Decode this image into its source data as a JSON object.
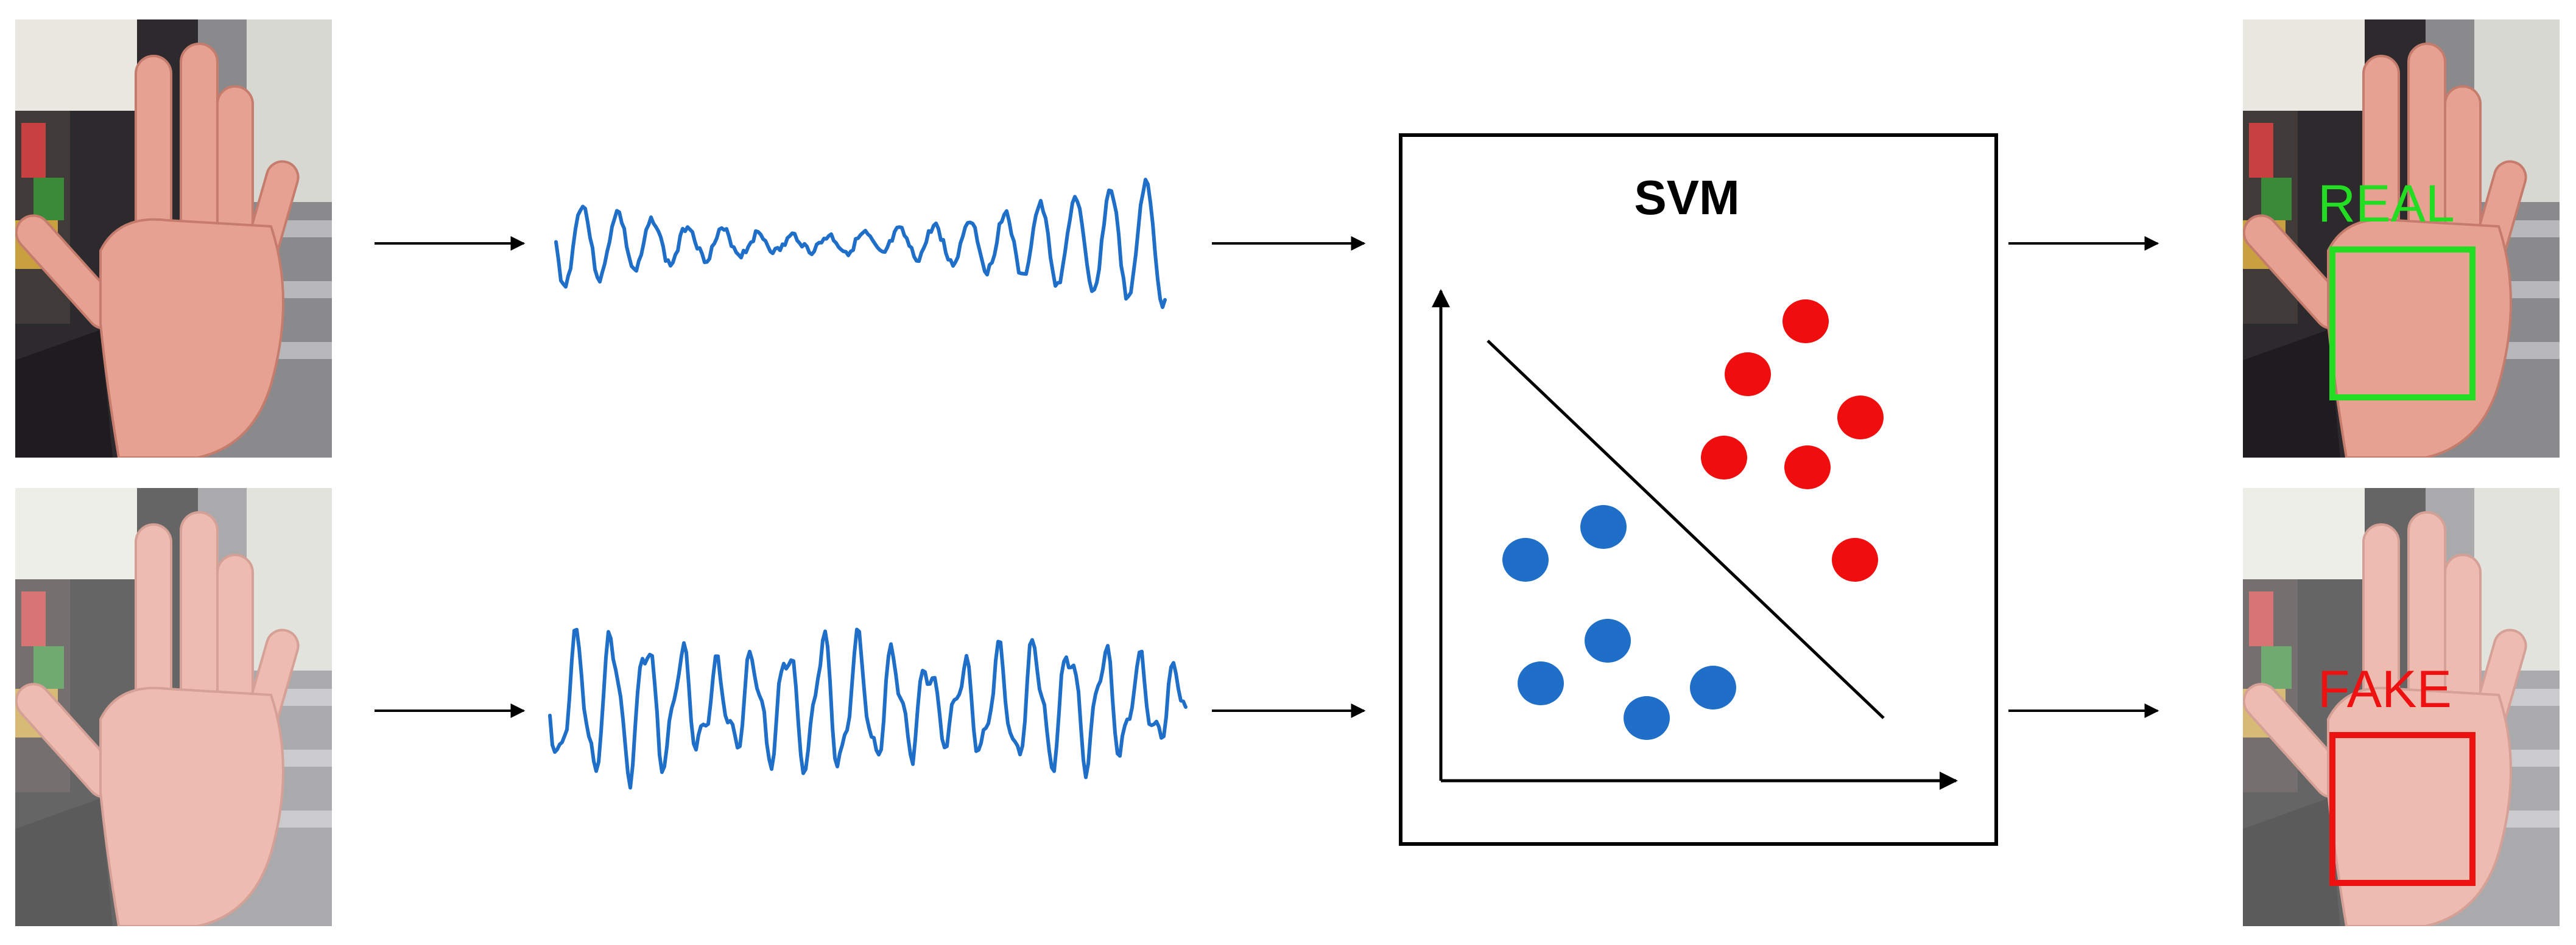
{
  "svm": {
    "title": "SVM"
  },
  "outputs": {
    "real_label": "REAL",
    "fake_label": "FAKE"
  },
  "colors": {
    "signal": "#1f6fc9",
    "blue_class": "#1f6fc9",
    "red_class": "#ef0d0d",
    "real": "#22dd22",
    "fake": "#ee1111",
    "arrow": "#000000"
  },
  "icons": {
    "input_real": "hand-photo-icon",
    "input_fake": "hand-photo-icon",
    "output_real": "hand-photo-icon",
    "output_fake": "hand-photo-icon"
  }
}
